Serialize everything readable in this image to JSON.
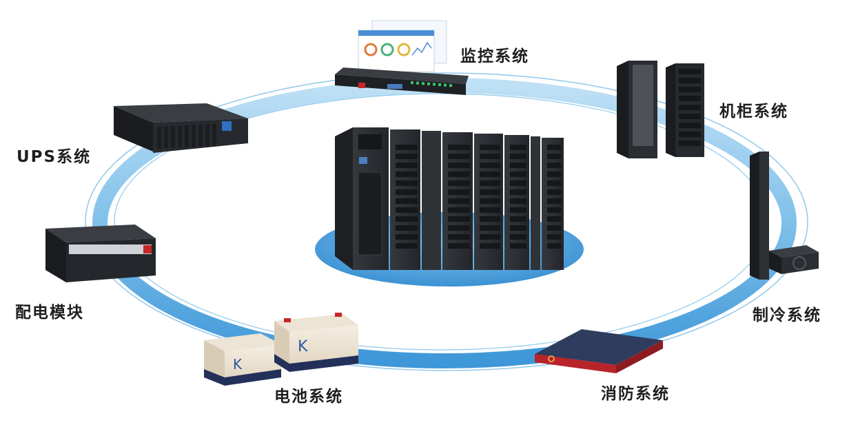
{
  "diagram": {
    "labels": {
      "monitoring": "监控系统",
      "cabinet": "机柜系统",
      "ups": "UPS系统",
      "power_distribution": "配电模块",
      "cooling": "制冷系统",
      "battery": "电池系统",
      "fire_protection": "消防系统"
    },
    "colors": {
      "ring": "#5aaee2",
      "ring_light": "#cfe8f7",
      "platform": "#3d9ad8",
      "equipment": "#2b2d31",
      "fire_unit": "#b8242a"
    }
  }
}
